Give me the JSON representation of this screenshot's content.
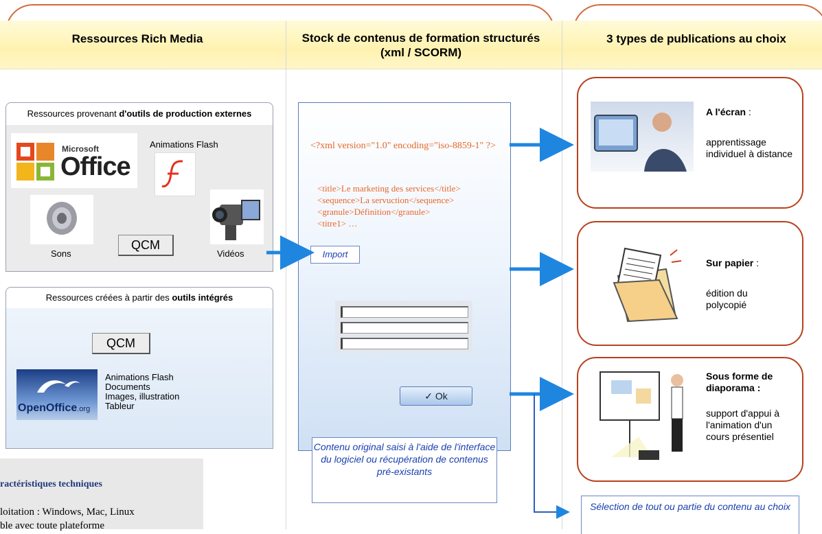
{
  "columns": {
    "left_title": "Ressources Rich Media",
    "middle_title": "Stock de contenus de formation structurés (xml / SCORM)",
    "right_title": "3 types de publications au choix"
  },
  "external": {
    "heading_prefix": "Ressources provenant ",
    "heading_bold": "d'outils de production externes",
    "office_small": "Microsoft",
    "office_big": "Office",
    "flash_label": "Animations Flash",
    "sons_label": "Sons",
    "qcm_label": "QCM",
    "videos_label": "Vidéos"
  },
  "integrated": {
    "heading_prefix": "Ressources créées à partir des ",
    "heading_bold": "outils intégrés",
    "qcm_label": "QCM",
    "openoffice_text": "OpenOffice",
    "openoffice_suffix": ".org",
    "items": [
      "Animations Flash",
      "Documents",
      "Images, illustration",
      "Tableur"
    ]
  },
  "tech": {
    "title": "ractéristiques techniques",
    "line1": "loitation : Windows, Mac, Linux",
    "line2": "ble avec toute plateforme"
  },
  "editor": {
    "xml_decl": "<?xml version=\"1.0\" encoding=\"iso-8859-1\" ?>",
    "code_lines": [
      "<title>Le marketing des services</title>",
      "<sequence>La servuction</sequence>",
      "<granule>Définition</granule>",
      "<titre1> …"
    ],
    "import_label": "Import",
    "ok_label": "✓ Ok",
    "caption": "Contenu original saisi à l'aide de l'interface du logiciel ou récupération de contenus pré-existants"
  },
  "publications": [
    {
      "title": "A l'écran",
      "suffix": " :",
      "text": "apprentissage individuel à distance"
    },
    {
      "title": "Sur papier",
      "suffix": " :",
      "text": "édition du polycopié"
    },
    {
      "title": "Sous forme de diaporama :",
      "suffix": "",
      "text": "support d'appui à l'animation d'un cours présentiel"
    }
  ],
  "selection_caption": "Sélection de tout ou partie du contenu au choix",
  "colors": {
    "arrow": "#1f86e0",
    "orange": "#d4683a",
    "box_border": "#b8401c",
    "caption_blue": "#1a3fb0"
  }
}
